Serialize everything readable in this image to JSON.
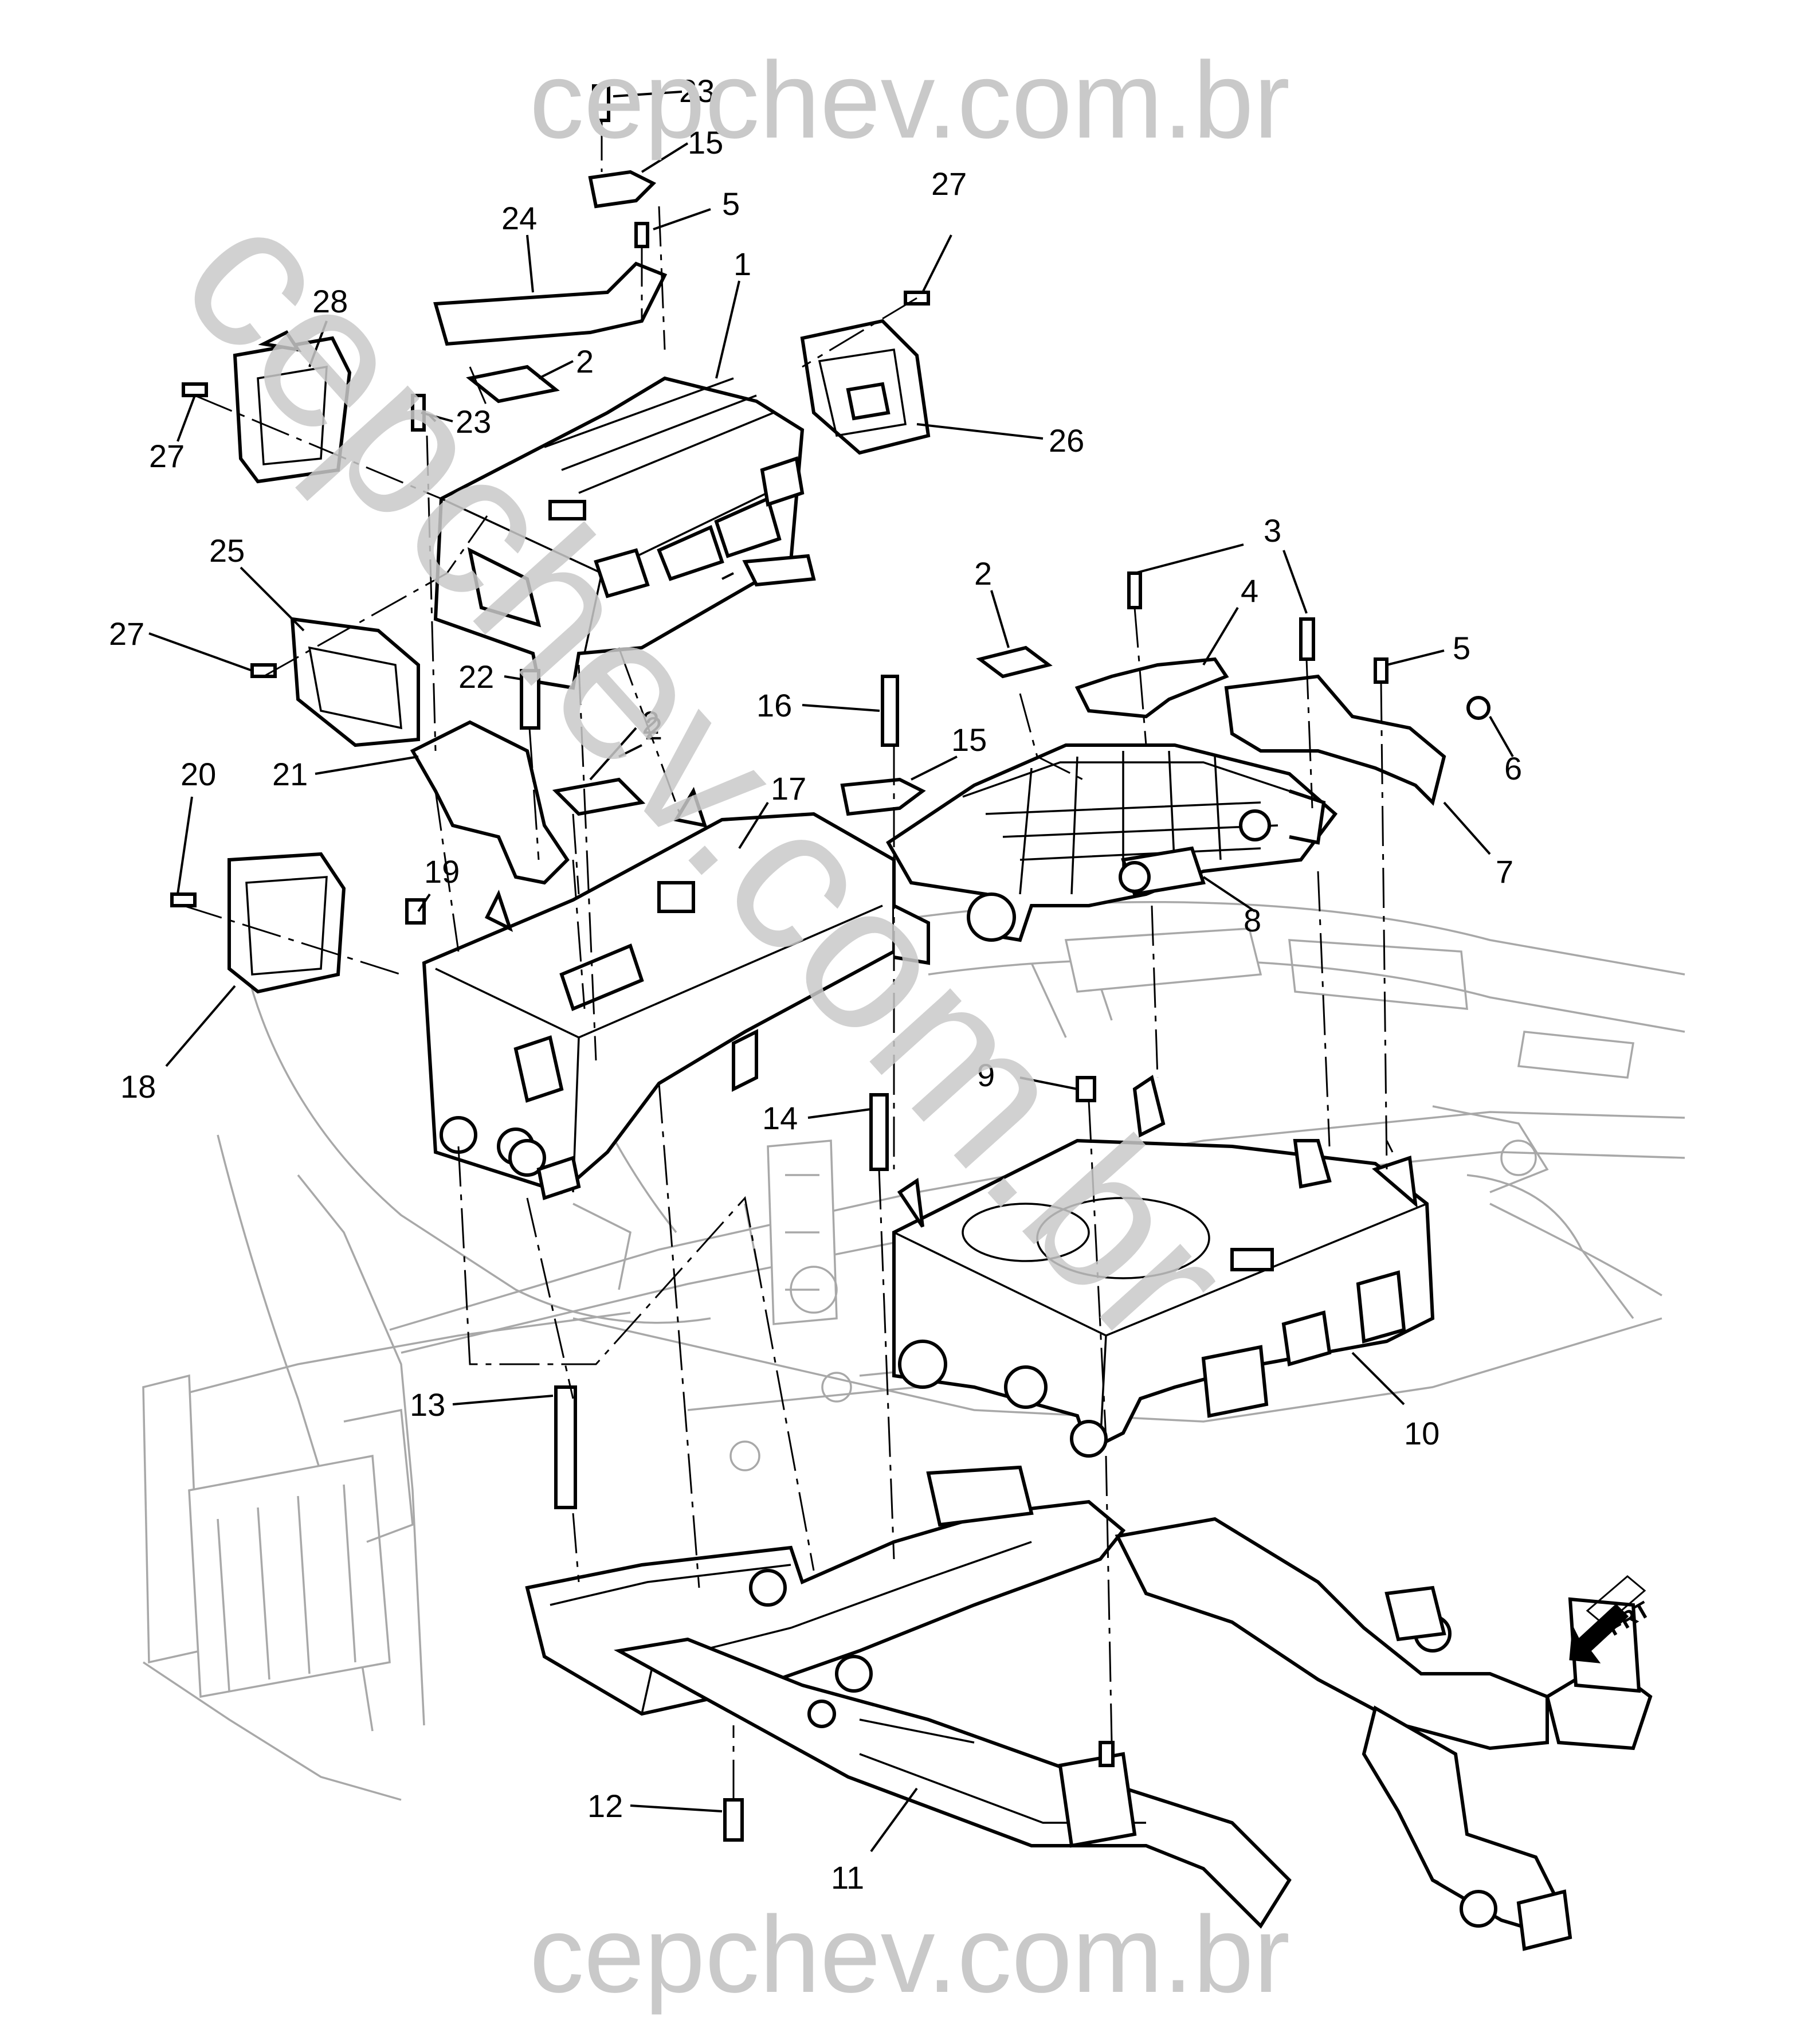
{
  "watermark": {
    "top": "cepchev.com.br",
    "bottom": "cepchev.com.br",
    "diagonal": "cepchev.com.br"
  },
  "callouts": [
    {
      "id": "c23a",
      "label": "23"
    },
    {
      "id": "c15a",
      "label": "15"
    },
    {
      "id": "c5a",
      "label": "5"
    },
    {
      "id": "c24",
      "label": "24"
    },
    {
      "id": "c1",
      "label": "1"
    },
    {
      "id": "c27a",
      "label": "27"
    },
    {
      "id": "c28",
      "label": "28"
    },
    {
      "id": "c2a",
      "label": "2"
    },
    {
      "id": "c23b",
      "label": "23"
    },
    {
      "id": "c27b",
      "label": "27"
    },
    {
      "id": "c26",
      "label": "26"
    },
    {
      "id": "c25",
      "label": "25"
    },
    {
      "id": "c27c",
      "label": "27"
    },
    {
      "id": "c22",
      "label": "22"
    },
    {
      "id": "c2b",
      "label": "2"
    },
    {
      "id": "c3",
      "label": "3"
    },
    {
      "id": "c4",
      "label": "4"
    },
    {
      "id": "c2c",
      "label": "2"
    },
    {
      "id": "c5b",
      "label": "5"
    },
    {
      "id": "c6",
      "label": "6"
    },
    {
      "id": "c16",
      "label": "16"
    },
    {
      "id": "c15b",
      "label": "15"
    },
    {
      "id": "c2d",
      "label": "2"
    },
    {
      "id": "c17",
      "label": "17"
    },
    {
      "id": "c21",
      "label": "21"
    },
    {
      "id": "c20",
      "label": "20"
    },
    {
      "id": "c7",
      "label": "7"
    },
    {
      "id": "c19",
      "label": "19"
    },
    {
      "id": "c8",
      "label": "8"
    },
    {
      "id": "c18",
      "label": "18"
    },
    {
      "id": "c9",
      "label": "9"
    },
    {
      "id": "c14",
      "label": "14"
    },
    {
      "id": "c10",
      "label": "10"
    },
    {
      "id": "c13",
      "label": "13"
    },
    {
      "id": "c12",
      "label": "12"
    },
    {
      "id": "c11",
      "label": "11"
    }
  ],
  "front_indicator": "FRT"
}
